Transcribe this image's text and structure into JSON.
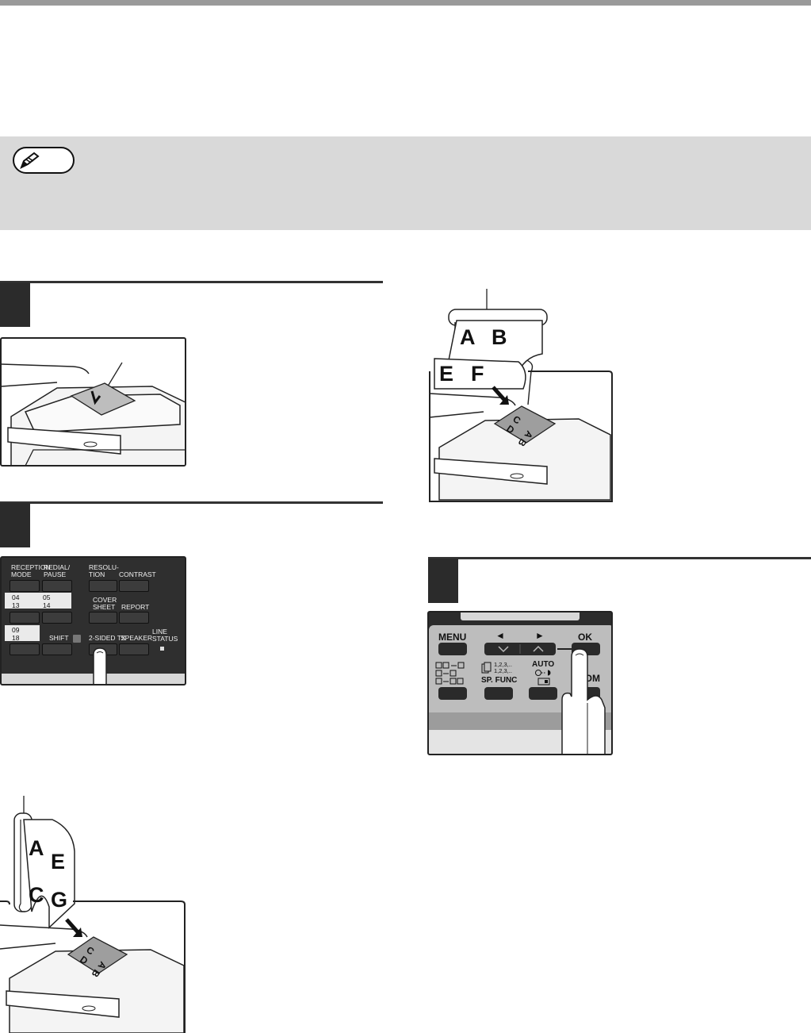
{
  "figures": {
    "panel_fax": {
      "buttons": [
        "RECEPTION\nMODE",
        "REDIAL/\nPAUSE",
        "RESOLU-\nTION",
        "CONTRAST",
        "COVER\nSHEET",
        "REPORT",
        "SHIFT",
        "2-SIDED TX",
        "SPEAKER",
        "LINE\nSTATUS"
      ],
      "one_touch": [
        "04",
        "05",
        "13",
        "14",
        "09",
        "18"
      ]
    },
    "panel_ops": {
      "menu": "MENU",
      "left_arrow": "◄",
      "right_arrow": "►",
      "ok": "OK",
      "sp_func_small": "1,2,3,..\n1,2,3,..",
      "sp_func": "SP. FUNC",
      "auto": "AUTO",
      "zoom": "ZOOM"
    },
    "book_top": {
      "letters": [
        "A",
        "B",
        "E",
        "F"
      ]
    },
    "book_side": {
      "letters": [
        "A",
        "C",
        "E",
        "G"
      ]
    },
    "sheet_letters": [
      "C",
      "D",
      "A",
      "B"
    ]
  },
  "colors": {
    "note_bg": "#d9d9d9",
    "step_box": "#2b2b2b",
    "top_bar": "#9a9a9a"
  }
}
